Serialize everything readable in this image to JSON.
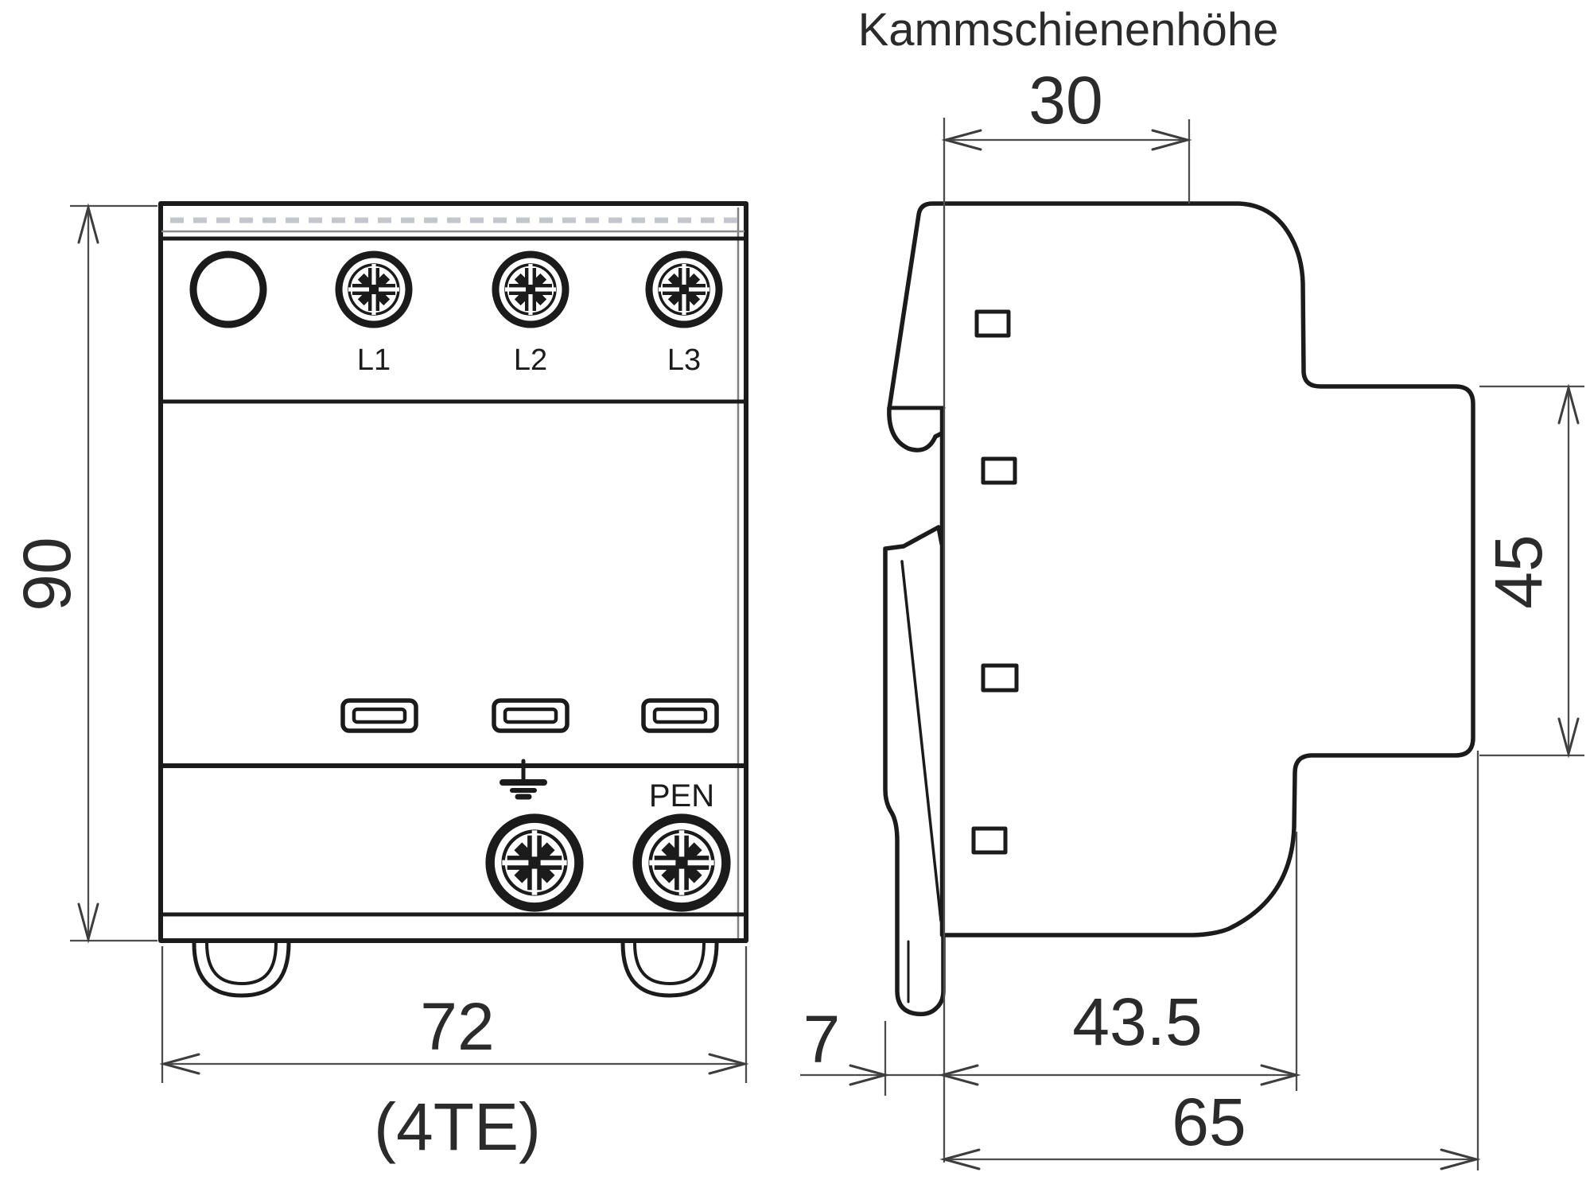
{
  "drawing": {
    "title": "Kammschienenhöhe",
    "front": {
      "terminal_labels": [
        "L1",
        "L2",
        "L3"
      ],
      "pen_label": "PEN",
      "height_mm": "90",
      "width_mm": "72",
      "width_units": "(4TE)"
    },
    "side": {
      "rail_height_mm": "30",
      "upper_depth_mm": "45",
      "rail_offset_mm": "7",
      "body_depth_mm": "43.5",
      "total_depth_mm": "65"
    },
    "colors": {
      "outline": "#1b1b1b",
      "dimension": "#4d4d4d",
      "text": "#2b2b2b",
      "background": "#ffffff",
      "faint_band": "#c3c6cc"
    }
  }
}
